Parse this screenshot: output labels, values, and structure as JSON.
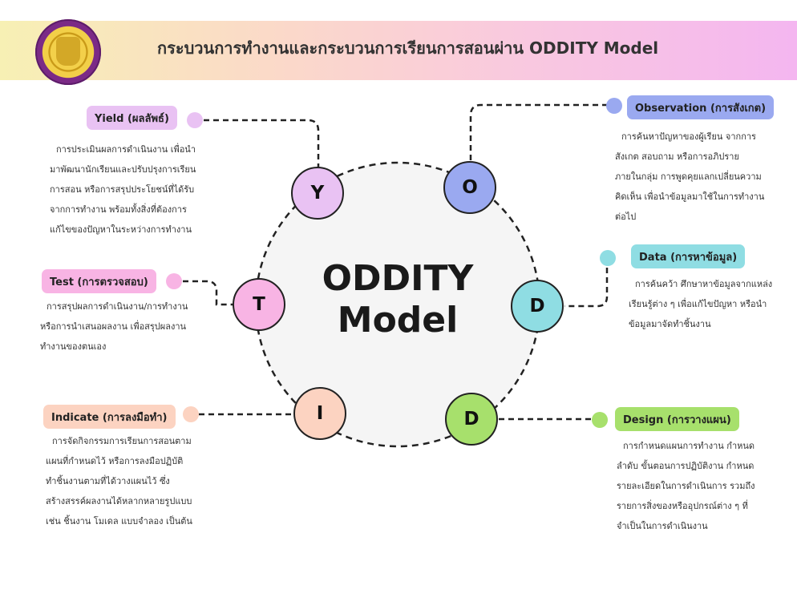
{
  "header": {
    "title": "กระบวนการทำงานและกระบวนการเรียนการสอนผ่าน ODDITY Model"
  },
  "center": {
    "line1": "ODDITY",
    "line2": "Model"
  },
  "colors": {
    "yield": "#e9c2f3",
    "observation": "#9aa9f0",
    "data": "#8fdde3",
    "design": "#a7e06c",
    "indicate": "#fcd3c1",
    "test": "#f8b4e4",
    "core": "#f5f5f5"
  },
  "steps": [
    {
      "letter": "Y",
      "label": "Yield (ผลลัพธ์)",
      "lines": [
        "การประเมินผลการดำเนินงาน เพื่อนำ",
        "มาพัฒนานักเรียนและปรับปรุงการเรียน",
        "การสอน หรือการสรุปประโยชน์ที่ได้รับ",
        "จากการทำงาน พร้อมทั้งสิ่งที่ต้องการ",
        "แก้ไขของปัญหาในระหว่างการทำงาน"
      ]
    },
    {
      "letter": "O",
      "label": "Observation (การสังเกต)",
      "lines": [
        "การค้นหาปัญหาของผู้เรียน จากการ",
        "สังเกต สอบถาม หรือการอภิปราย",
        "ภายในกลุ่ม การพูดคุยแลกเปลี่ยนความ",
        "คิดเห็น เพื่อนำข้อมูลมาใช้ในการทำงาน",
        "ต่อไป"
      ]
    },
    {
      "letter": "D",
      "label": "Data (การหาข้อมูล)",
      "lines": [
        "การค้นคว้า ศึกษาหาข้อมูลจากแหล่ง",
        "เรียนรู้ต่าง ๆ เพื่อแก้ไขปัญหา หรือนำ",
        "ข้อมูลมาจัดทำชิ้นงาน"
      ]
    },
    {
      "letter": "D",
      "label": "Design (การวางแผน)",
      "lines": [
        "การกำหนดแผนการทำงาน กำหนด",
        "ลำดับ ขั้นตอนการปฏิบัติงาน กำหนด",
        "รายละเอียดในการดำเนินการ รวมถึง",
        "รายการสิ่งของหรืออุปกรณ์ต่าง ๆ ที่",
        "จำเป็นในการดำเนินงาน"
      ]
    },
    {
      "letter": "I",
      "label": "Indicate (การลงมือทำ)",
      "lines": [
        "การจัดกิจกรรมการเรียนการสอนตาม",
        "แผนที่กำหนดไว้ หรือการลงมือปฏิบัติ",
        "ทำชิ้นงานตามที่ได้วางแผนไว้ ซึ่ง",
        "สร้างสรรค์ผลงานได้หลากหลายรูปแบบ",
        "เช่น ชิ้นงาน โมเดล แบบจำลอง เป็นต้น"
      ]
    },
    {
      "letter": "T",
      "label": "Test (การตรวจสอบ)",
      "lines": [
        "การสรุปผลการดำเนินงาน/การทำงาน",
        "หรือการนำเสนอผลงาน เพื่อสรุปผลงาน",
        "ทำงานของตนเอง"
      ]
    }
  ]
}
